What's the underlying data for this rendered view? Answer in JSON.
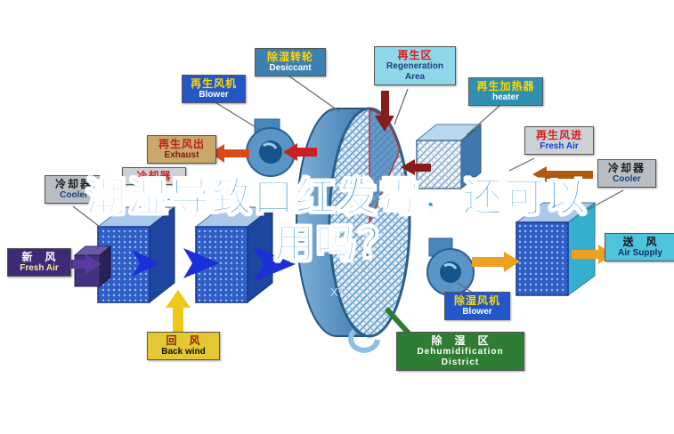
{
  "watermark": {
    "line1": "潮湿导致口红发霉，还可以",
    "line2": "用吗？"
  },
  "wheel_mark": "XT",
  "labels": {
    "regen_blower": {
      "zh": "再生风机",
      "en": "Blower"
    },
    "desiccant_wheel": {
      "zh": "除湿转轮",
      "en": "Desiccant"
    },
    "regen_area": {
      "zh": "再生区",
      "en": "Regeneration Area"
    },
    "regen_heater": {
      "zh": "再生加热器",
      "en": "heater"
    },
    "regen_exhaust": {
      "zh": "再生风出",
      "en": "Exhaust"
    },
    "regen_fresh_air": {
      "zh": "再生风进",
      "en": "Fresh Air"
    },
    "cooler_left": {
      "zh": "冷却器",
      "en": "Cooler"
    },
    "cooler_mid": {
      "zh": "冷却器"
    },
    "cooler_right": {
      "zh": "冷却器",
      "en": "Cooler"
    },
    "fresh_air_in": {
      "zh": "新　风",
      "en": "Fresh Air"
    },
    "air_supply": {
      "zh": "送　风",
      "en": "Air Supply"
    },
    "back_wind": {
      "zh": "回　风",
      "en": "Back wind"
    },
    "dehum_blower": {
      "zh": "除湿风机",
      "en": "Blower"
    },
    "dehum_district": {
      "zh": "除　湿　区",
      "en1": "Dehumidification",
      "en2": "District"
    }
  },
  "colors": {
    "watermark_blue": "#1d86d8",
    "process_arrow_blue": "#1a2fd8",
    "regen_arrow_red": "#cc2020",
    "regen_arrow_maroon": "#8b1a1a",
    "supply_arrow_orange": "#eca220",
    "return_arrow_yellow": "#ecc818",
    "fresh_air_purple": "#5a3aa0",
    "wheel_blue": "#4a86b8",
    "dehum_green": "#2f7d33"
  }
}
